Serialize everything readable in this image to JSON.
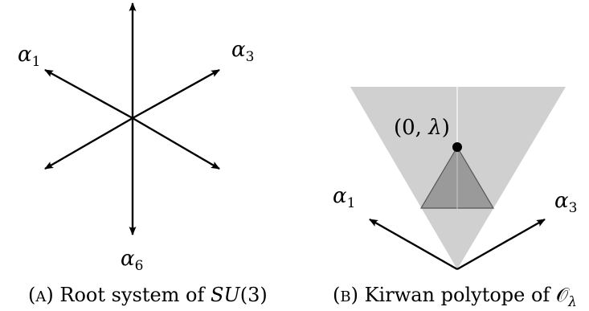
{
  "panel_a": {
    "labels": {
      "alpha1": {
        "base": "α",
        "sub": "1"
      },
      "alpha3": {
        "base": "α",
        "sub": "3"
      },
      "alpha6": {
        "base": "α",
        "sub": "6"
      }
    },
    "caption": {
      "open": "(",
      "letter": "A",
      "close": ")",
      "text": "Root system of",
      "math": "SU",
      "math_rest": "(3)"
    }
  },
  "panel_b": {
    "point_label": {
      "open": "(0, ",
      "lam": "λ",
      "close": ")"
    },
    "labels": {
      "alpha1": {
        "base": "α",
        "sub": "1"
      },
      "alpha3": {
        "base": "α",
        "sub": "3"
      }
    },
    "caption": {
      "open": "(",
      "letter": "B",
      "close": ")",
      "text": "Kirwan polytope of",
      "math": "𝒪",
      "math_sub": "λ"
    },
    "colors": {
      "cone": "#d0d0d0",
      "triangle": "#9a9a9a",
      "point": "#000000"
    }
  }
}
